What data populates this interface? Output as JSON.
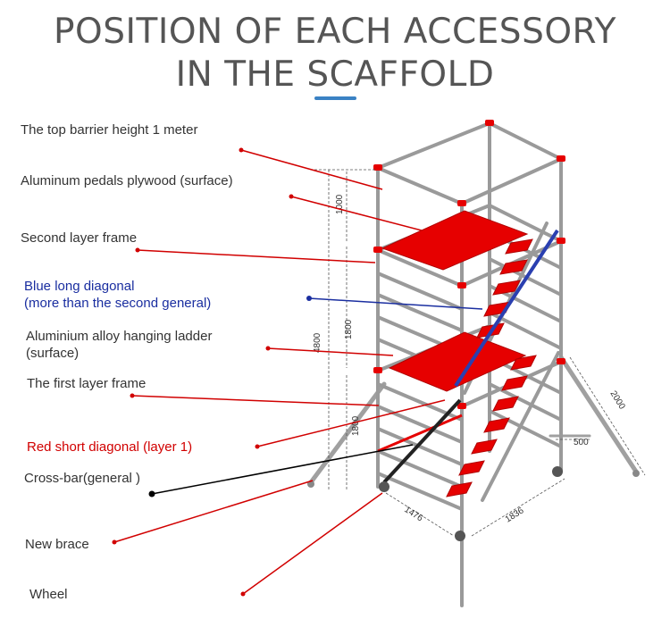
{
  "title": {
    "line1": "POSITION OF EACH ACCESSORY",
    "line2": "IN THE SCAFFOLD"
  },
  "labels": {
    "top_barrier": "The top barrier height 1 meter",
    "aluminum_pedals": "Aluminum pedals plywood (surface)",
    "second_layer_frame": "Second layer frame",
    "blue_long_diagonal_1": "Blue long diagonal",
    "blue_long_diagonal_2": "(more than the second general)",
    "hanging_ladder_1": "Aluminium alloy hanging ladder",
    "hanging_ladder_2": "(surface)",
    "first_layer_frame": "The first layer frame",
    "red_short_diagonal": "Red short diagonal (layer 1)",
    "cross_bar": "Cross-bar(general )",
    "new_brace": "New brace",
    "wheel": "Wheel"
  },
  "dimensions": {
    "top": "1000",
    "middle": "1800",
    "total": "4800",
    "bottom": "1800",
    "outrigger_length": "2000",
    "outrigger_offset": "500",
    "depth": "1476",
    "length": "1836"
  },
  "colors": {
    "title": "#555555",
    "accent_underline": "#3a82c4",
    "leader_red": "#d10000",
    "leader_blue": "#1a2ea0",
    "leader_black": "#000000",
    "platform_red": "#e60000",
    "frame_grey": "#9a9a9a"
  }
}
